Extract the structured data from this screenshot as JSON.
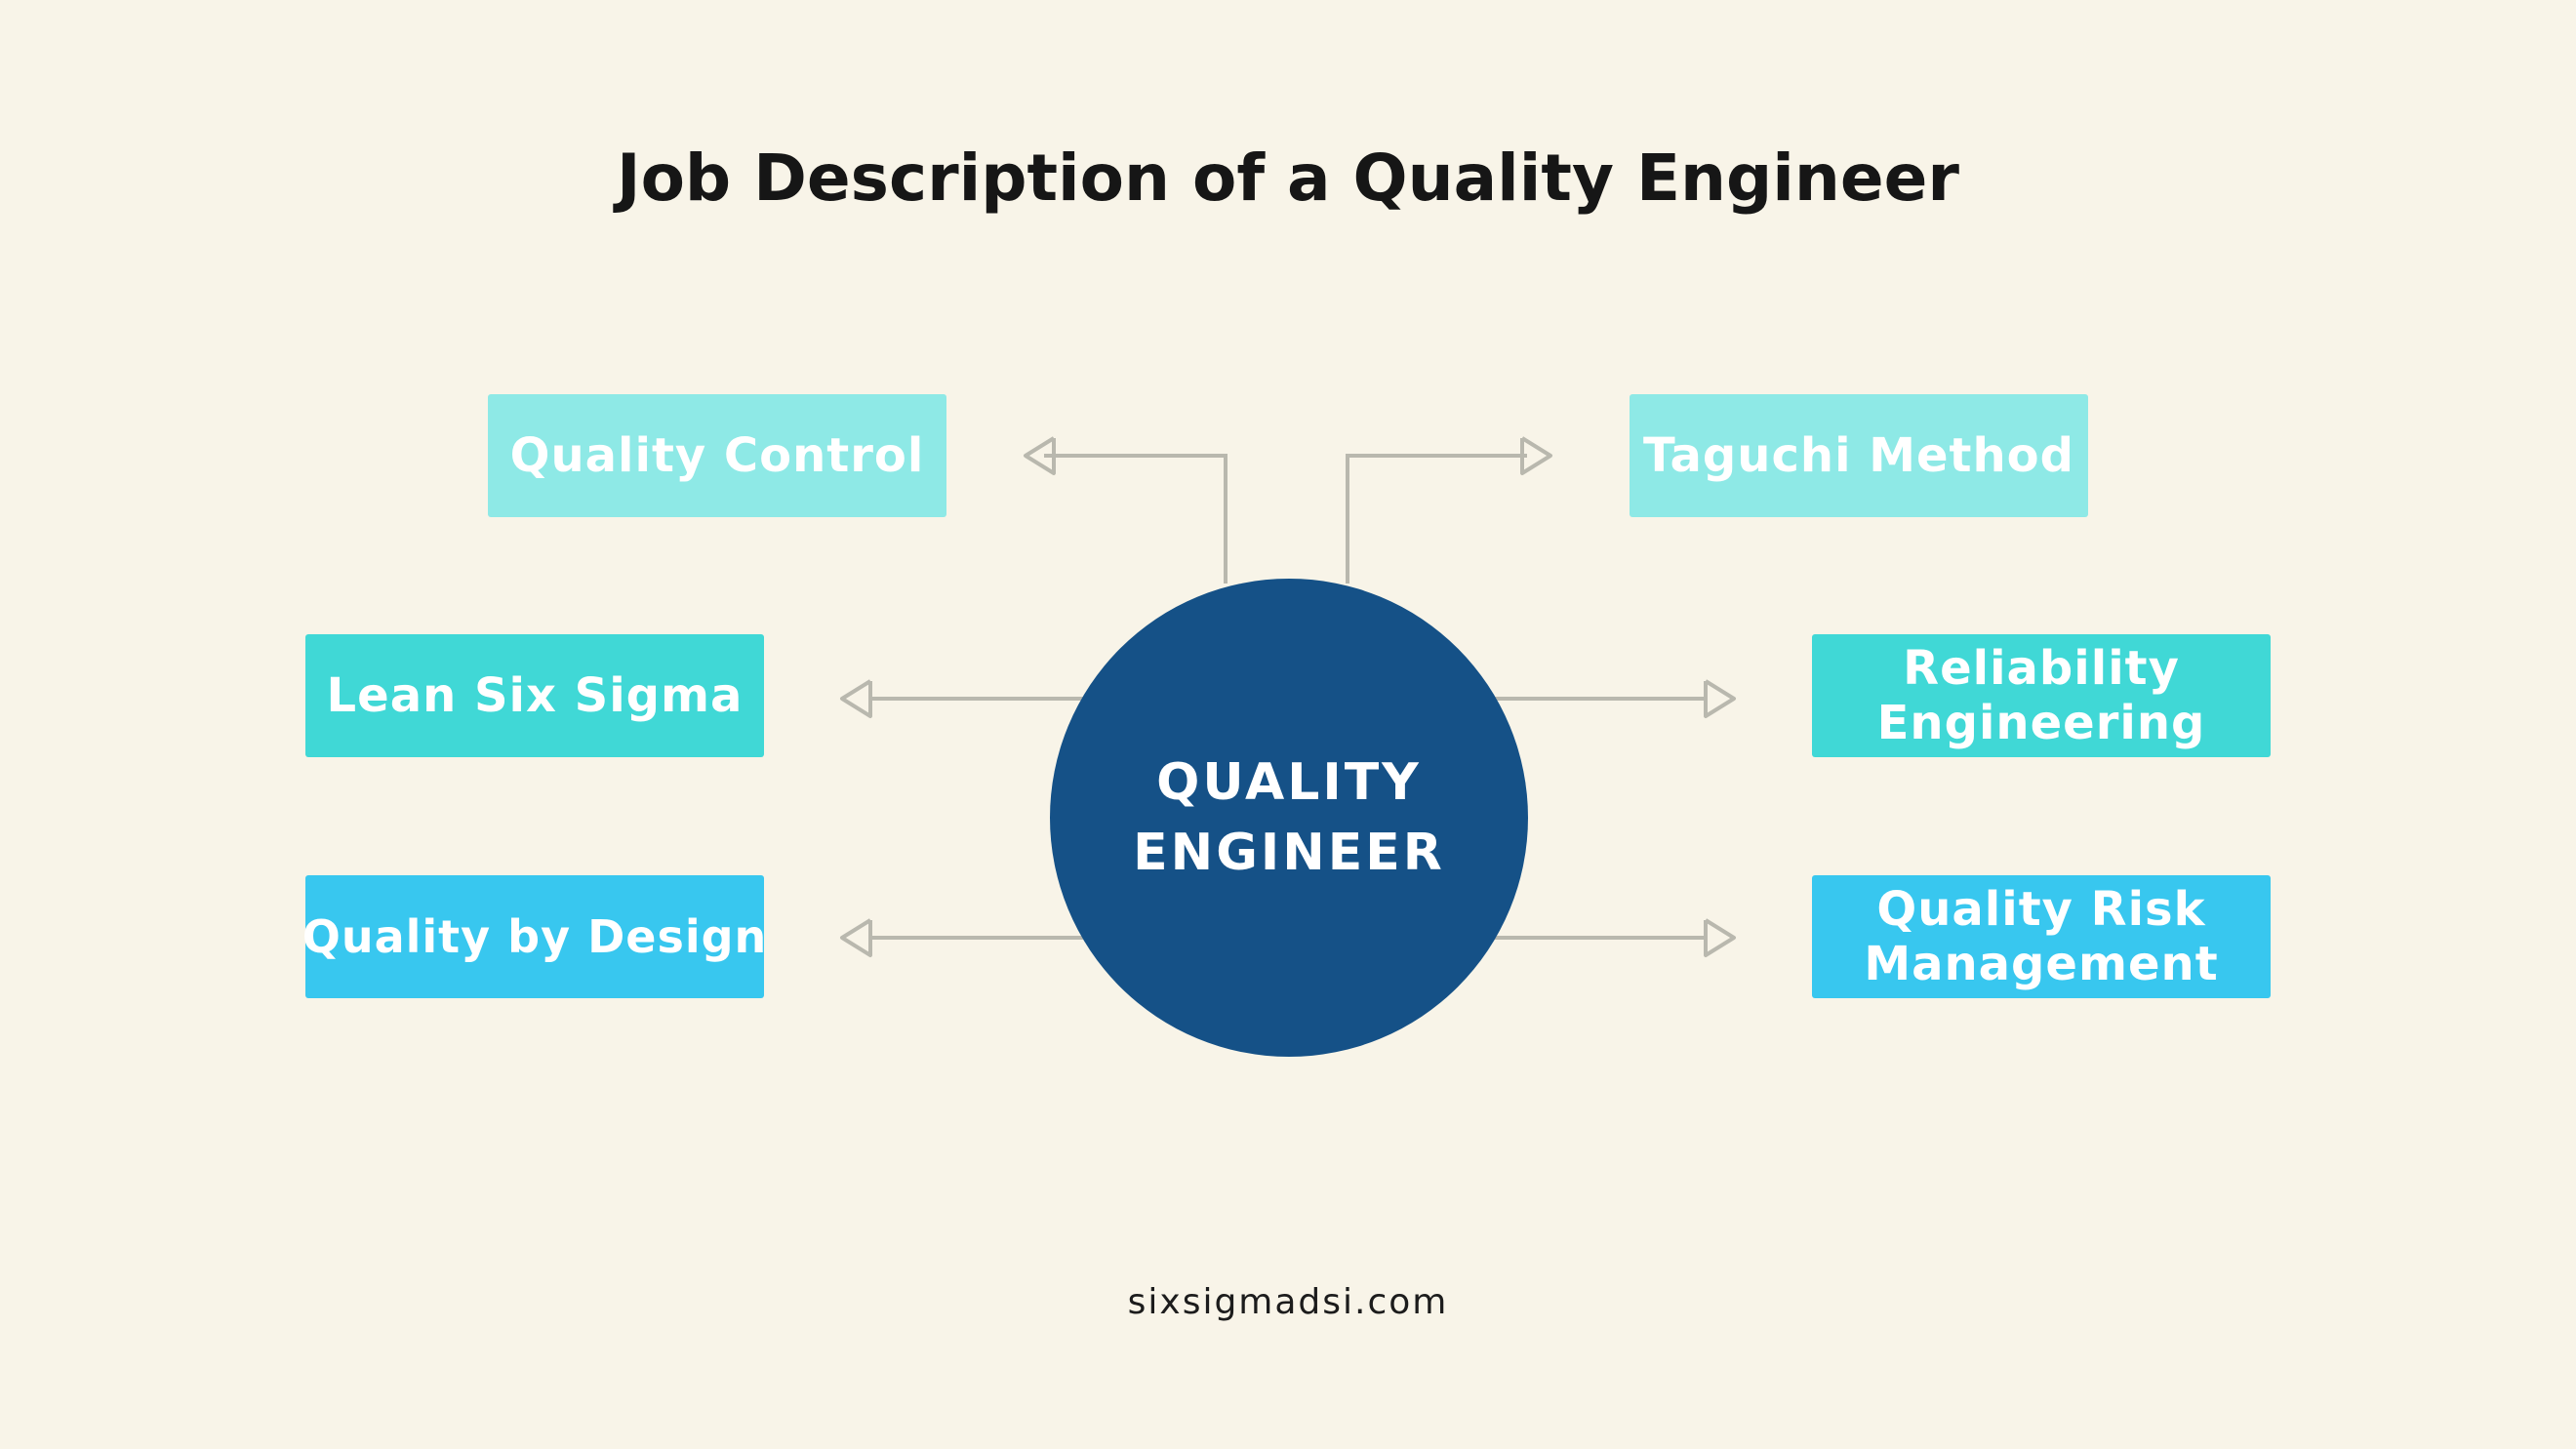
{
  "title": "Job Description of a Quality Engineer",
  "hub": {
    "label": "QUALITY\nENGINEER",
    "color": "#155187"
  },
  "nodes": {
    "top_left": {
      "label": "Quality Control",
      "color": "#8ee9e6"
    },
    "top_right": {
      "label": "Taguchi Method",
      "color": "#8ee9e6"
    },
    "middle_left": {
      "label": "Lean Six Sigma",
      "color": "#40d8d6"
    },
    "middle_right": {
      "label": "Reliability\nEngineering",
      "color": "#40d8d6"
    },
    "bottom_left": {
      "label": "Quality by Design",
      "color": "#38c7ef"
    },
    "bottom_right": {
      "label": "Quality Risk\nManagement",
      "color": "#38c7ef"
    }
  },
  "connector_color": "#b9b8ae",
  "background_color": "#f8f4e8",
  "footer": "sixsigmadsi.com"
}
